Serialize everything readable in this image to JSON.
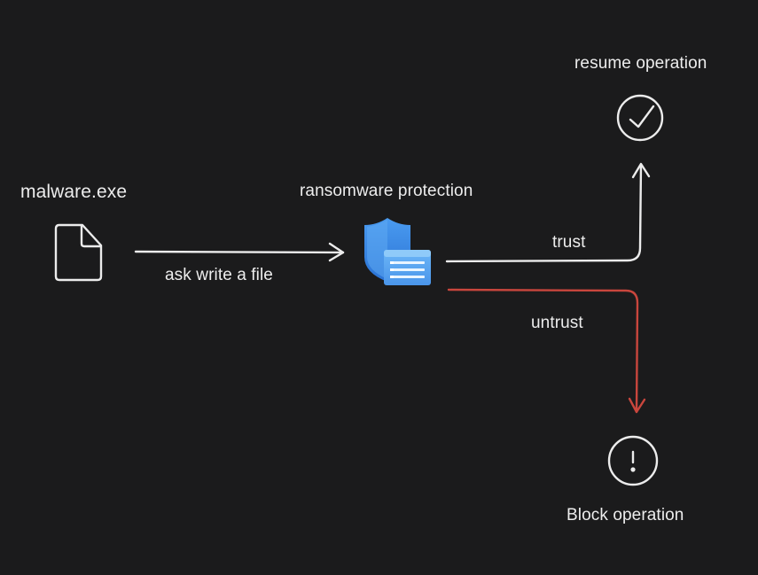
{
  "nodes": {
    "malware": {
      "label": "malware.exe",
      "icon": "file-icon"
    },
    "protection": {
      "label": "ransomware protection",
      "icon": "shield-window-icon"
    },
    "resume": {
      "label": "resume operation",
      "icon": "check-circle-icon"
    },
    "block": {
      "label": "Block operation",
      "icon": "exclamation-circle-icon"
    }
  },
  "edges": {
    "request": {
      "label": "ask write a file"
    },
    "trust": {
      "label": "trust"
    },
    "untrust": {
      "label": "untrust"
    }
  },
  "colors": {
    "background": "#1b1b1c",
    "stroke": "#ececec",
    "untrust_stroke": "#c9463d",
    "shield": "#3b8be6",
    "window": "#5aa7f2"
  }
}
